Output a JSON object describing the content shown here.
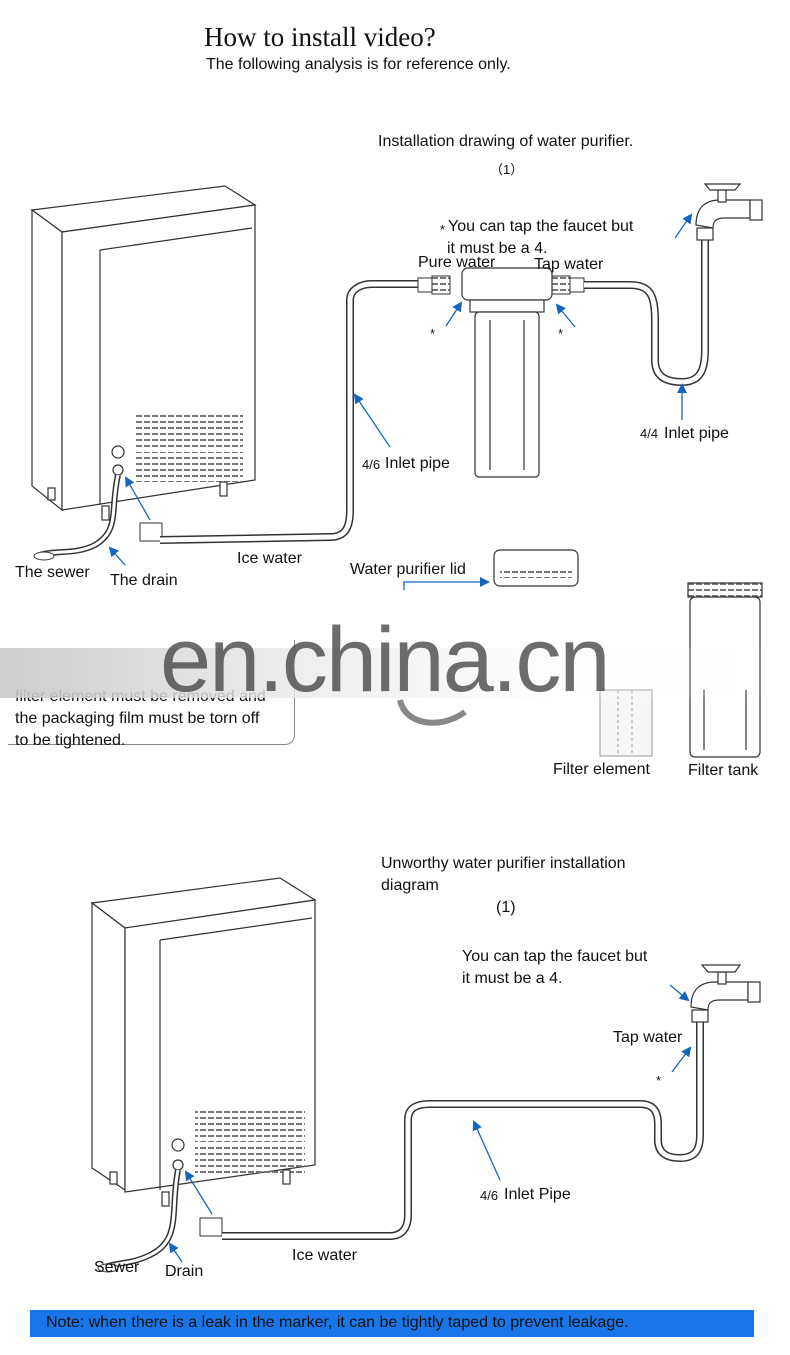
{
  "header": {
    "title": "How to install video?",
    "subtitle": "The following analysis is for reference only."
  },
  "diagram1": {
    "caption": "Installation drawing of water purifier.",
    "number": "（1）",
    "faucet_note_line1": "You can tap the faucet but",
    "faucet_note_line2": "it must be a 4.",
    "star": "*",
    "pure_water": "Pure water",
    "tap_water": "Tap water",
    "inlet_pipe_right_prefix": "4/4",
    "inlet_pipe_right": "Inlet pipe",
    "inlet_pipe_left_prefix": "4/6",
    "inlet_pipe_left": "Inlet pipe",
    "ice_water": "Ice water",
    "the_sewer": "The sewer",
    "the_drain": "The drain"
  },
  "parts": {
    "lid_label": "Water purifier lid",
    "note_line1": "filter element must be removed and",
    "note_line2": "the packaging film must be torn off",
    "note_line3": "to be tightened.",
    "filter_element": "Filter element",
    "filter_tank": "Filter tank",
    "watermark": "en.china.cn"
  },
  "diagram2": {
    "caption_line1": "Unworthy water purifier installation",
    "caption_line2": "diagram",
    "number": "(1)",
    "faucet_note_line1": "You can tap the faucet but",
    "faucet_note_line2": "it must be a 4.",
    "tap_water": "Tap water",
    "star": "*",
    "inlet_pipe_prefix": "4/6",
    "inlet_pipe": "Inlet Pipe",
    "ice_water": "Ice water",
    "sewer": "Sewer",
    "drain": "Drain"
  },
  "footer": {
    "note": "Note: when there is a leak in the marker, it can be tightly taped to prevent leakage."
  },
  "colors": {
    "arrow": "#1565c0",
    "note_bar": "#1976e8",
    "line": "#333333"
  }
}
